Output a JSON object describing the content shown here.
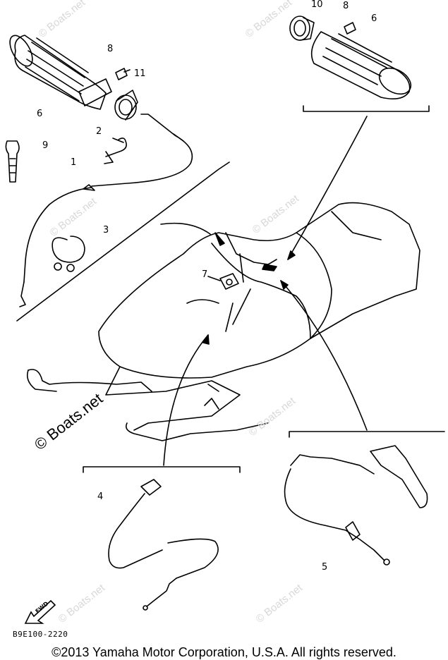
{
  "callouts": {
    "c1": "1",
    "c2": "2",
    "c3": "3",
    "c4": "4",
    "c5": "5",
    "c6_left": "6",
    "c6_right": "6",
    "c7": "7",
    "c8_left": "8",
    "c8_right": "8",
    "c9": "9",
    "c10": "10",
    "c11": "11"
  },
  "watermarks": {
    "small": "© Boats.net",
    "large": "© Boats.net"
  },
  "fwd_label": "FWD",
  "diagram_code": "B9E100-2220",
  "copyright": "©2013 Yamaha Motor Corporation, U.S.A. All rights reserved."
}
